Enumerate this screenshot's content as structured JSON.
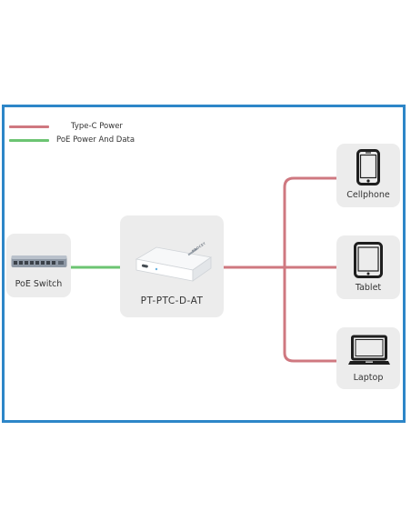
{
  "colors": {
    "frame_border": "#2d86c8",
    "type_c_power": "#cf7880",
    "poe_power_data": "#6cc472",
    "card_background": "#ececec"
  },
  "legend": [
    {
      "label": "Type-C Power",
      "color": "#cf7880"
    },
    {
      "label": "PoE Power And Data",
      "color": "#6cc472"
    }
  ],
  "nodes": {
    "poe_switch": {
      "label": "PoE Switch",
      "icon": "network-switch-icon"
    },
    "converter": {
      "label": "PT-PTC-D-AT",
      "icon": "poe-to-type-c-adapter-icon",
      "brand_mark": "PROCET"
    },
    "cellphone": {
      "label": "Cellphone",
      "icon": "smartphone-icon"
    },
    "tablet": {
      "label": "Tablet",
      "icon": "tablet-icon"
    },
    "laptop": {
      "label": "Laptop",
      "icon": "laptop-icon"
    }
  },
  "connections": [
    {
      "from": "PoE Switch",
      "to": "PT-PTC-D-AT",
      "type": "PoE Power And Data"
    },
    {
      "from": "PT-PTC-D-AT",
      "to": "Cellphone",
      "type": "Type-C Power"
    },
    {
      "from": "PT-PTC-D-AT",
      "to": "Tablet",
      "type": "Type-C Power"
    },
    {
      "from": "PT-PTC-D-AT",
      "to": "Laptop",
      "type": "Type-C Power"
    }
  ]
}
